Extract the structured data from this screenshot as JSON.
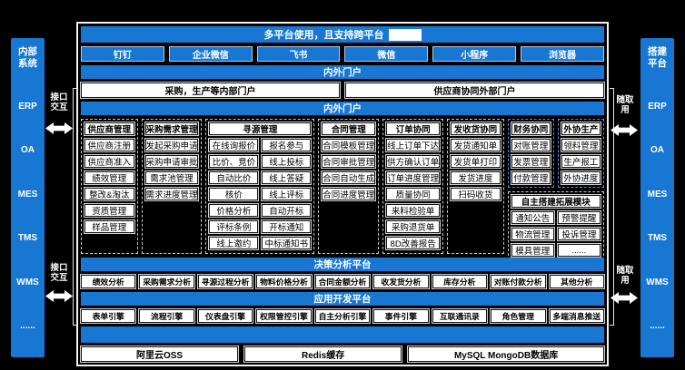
{
  "colors": {
    "blue": "#1777d3",
    "background": "#000000",
    "box_fill": "#ffffff",
    "dashed": "#c9c9c9",
    "blue_dashed": "#4a8fe2"
  },
  "header": {
    "title": "多平台使用，且支持跨平台"
  },
  "channels": [
    "钉钉",
    "企业微信",
    "飞书",
    "微信",
    "小程序",
    "浏览器"
  ],
  "portal": {
    "bar_top": "内外门户",
    "bar_bottom": "内外门户",
    "items": [
      "采购，生产等内部门户",
      "供应商协同外部门户"
    ]
  },
  "left_sidebar": {
    "title": "内部系统",
    "items": [
      "ERP",
      "OA",
      "MES",
      "TMS",
      "WMS",
      "......"
    ],
    "connector_label": "接口交互"
  },
  "right_sidebar": {
    "title": "搭建平台",
    "items": [
      "ERP",
      "OA",
      "MES",
      "TMS",
      "WMS",
      "......"
    ],
    "connector_label": "随取用"
  },
  "module_groups": [
    {
      "title": "供应商管理",
      "items": [
        "供应商注册",
        "供应商准入",
        "绩效管理",
        "整改&淘汰",
        "资质管理",
        "样品管理"
      ]
    },
    {
      "title": "采购需求管理",
      "items": [
        "发起采购申请",
        "采购申请审批",
        "需求池管理",
        "需求进度管理"
      ]
    },
    {
      "title": "寻源管理",
      "items_left": [
        "在线询报价",
        "比价、竞价",
        "自动比价",
        "核价",
        "价格分析",
        "评标条例",
        "线上邀约"
      ],
      "items_right": [
        "报名参与",
        "线上投标",
        "线上答疑",
        "线上评标",
        "自动开标",
        "开标通知",
        "中标通知书"
      ]
    },
    {
      "title": "合同管理",
      "items": [
        "合同模板管理",
        "合同审批管理",
        "合同自动生成",
        "合同进度管理"
      ]
    },
    {
      "title": "订单协同",
      "items": [
        "线上订单下达",
        "供方确认订单",
        "订单进度管理",
        "质量协同",
        "来料检验单",
        "采购退货单",
        "8D改善报告"
      ]
    },
    {
      "title": "发收货协同",
      "items": [
        "发货通知单",
        "发货单打印",
        "发货进度",
        "扫码收货"
      ]
    },
    {
      "title": "财务协同",
      "items": [
        "对账管理",
        "发票管理",
        "付款管理"
      ]
    },
    {
      "title": "外协生产",
      "items": [
        "领料管理",
        "生产报工",
        "外协进度"
      ]
    }
  ],
  "extension_group": {
    "title": "自主搭建拓展模块",
    "items": [
      "通知公告",
      "预警提醒",
      "物流管理",
      "投诉管理",
      "模具管理",
      "......"
    ]
  },
  "decision_platform": {
    "title": "决策分析平台",
    "items": [
      "绩效分析",
      "采购需求分析",
      "寻源过程分析",
      "物料价格分析",
      "合同金额分析",
      "收发货分析",
      "库存分析",
      "对账付款分析",
      "其他分析"
    ]
  },
  "dev_platform": {
    "title": "应用开发平台",
    "items": [
      "表单引擎",
      "流程引擎",
      "仪表盘引擎",
      "权限管控引擎",
      "自主分析引擎",
      "事件引擎",
      "互联通讯录",
      "角色管理",
      "多端消息推送"
    ]
  },
  "infrastructure": {
    "items": [
      "阿里云OSS",
      "Redis缓存",
      "MySQL MongoDB数据库"
    ]
  }
}
